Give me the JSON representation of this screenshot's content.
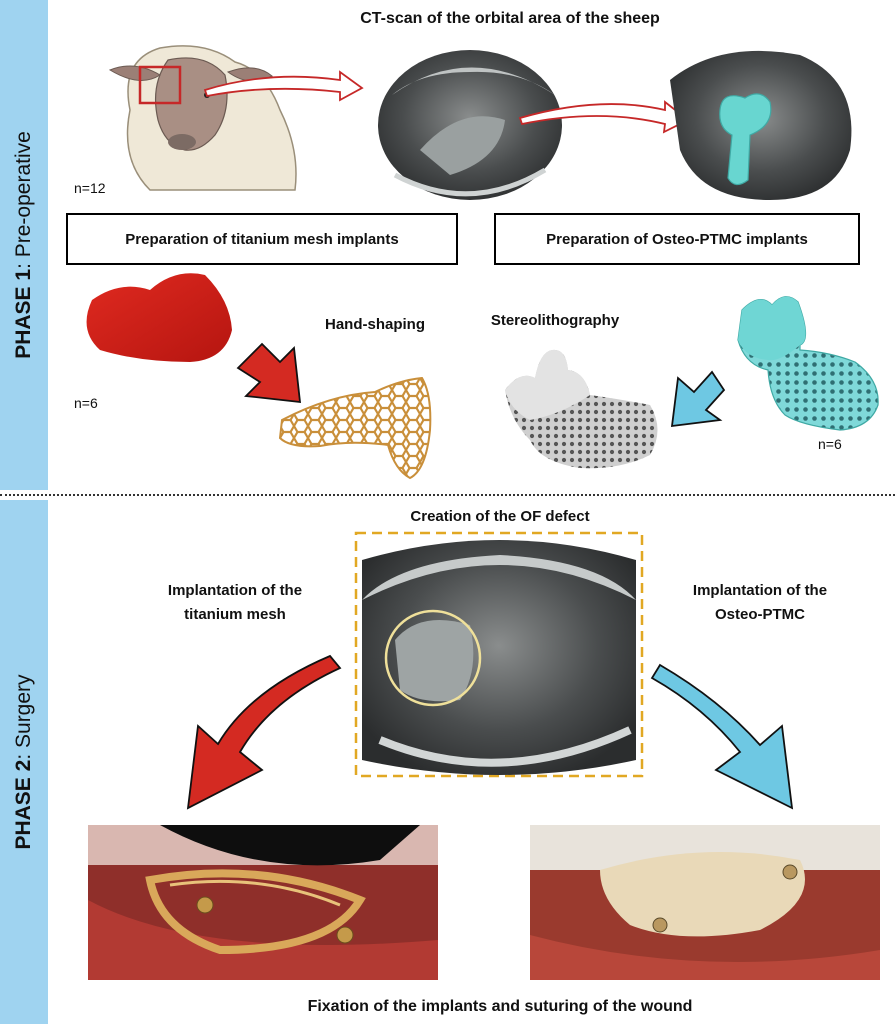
{
  "phase1": {
    "bold": "PHASE 1",
    "rest": ": Pre-operative"
  },
  "phase2": {
    "bold": "PHASE 2",
    "rest": ": Surgery"
  },
  "ct_title": "CT-scan of the orbital area of the sheep",
  "n_sheep": "n=12",
  "box_titanium": "Preparation of titanium mesh implants",
  "box_osteo": "Preparation of Osteo-PTMC  implants",
  "hand_shaping": "Hand-shaping",
  "stereolithography": "Stereolithography",
  "n_titanium": "n=6",
  "n_osteo": "n=6",
  "of_defect": "Creation of the OF defect",
  "impl_titanium": [
    "Implantation of the",
    "titanium mesh"
  ],
  "impl_osteo": [
    "Implantation of the",
    "Osteo-PTMC"
  ],
  "footer": "Fixation of the implants and suturing of the wound",
  "colors": {
    "band": "#9fd3f0",
    "red_arrow": "#d42a22",
    "blue_arrow": "#6ec8e3",
    "dash_box": "#e1a823",
    "cyan_implant": "#68d6d0"
  }
}
